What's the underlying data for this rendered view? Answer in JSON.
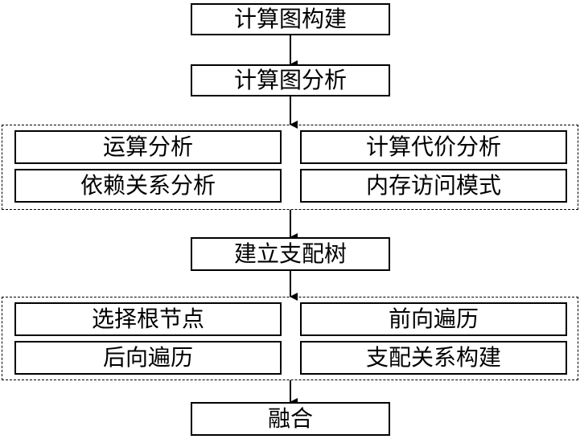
{
  "flow": {
    "step1": "计算图构建",
    "step2": "计算图分析",
    "group1": {
      "item1": "运算分析",
      "item2": "计算代价分析",
      "item3": "依赖关系分析",
      "item4": "内存访问模式"
    },
    "step3": "建立支配树",
    "group2": {
      "item1": "选择根节点",
      "item2": "前向遍历",
      "item3": "后向遍历",
      "item4": "支配关系构建"
    },
    "step4": "融合"
  }
}
